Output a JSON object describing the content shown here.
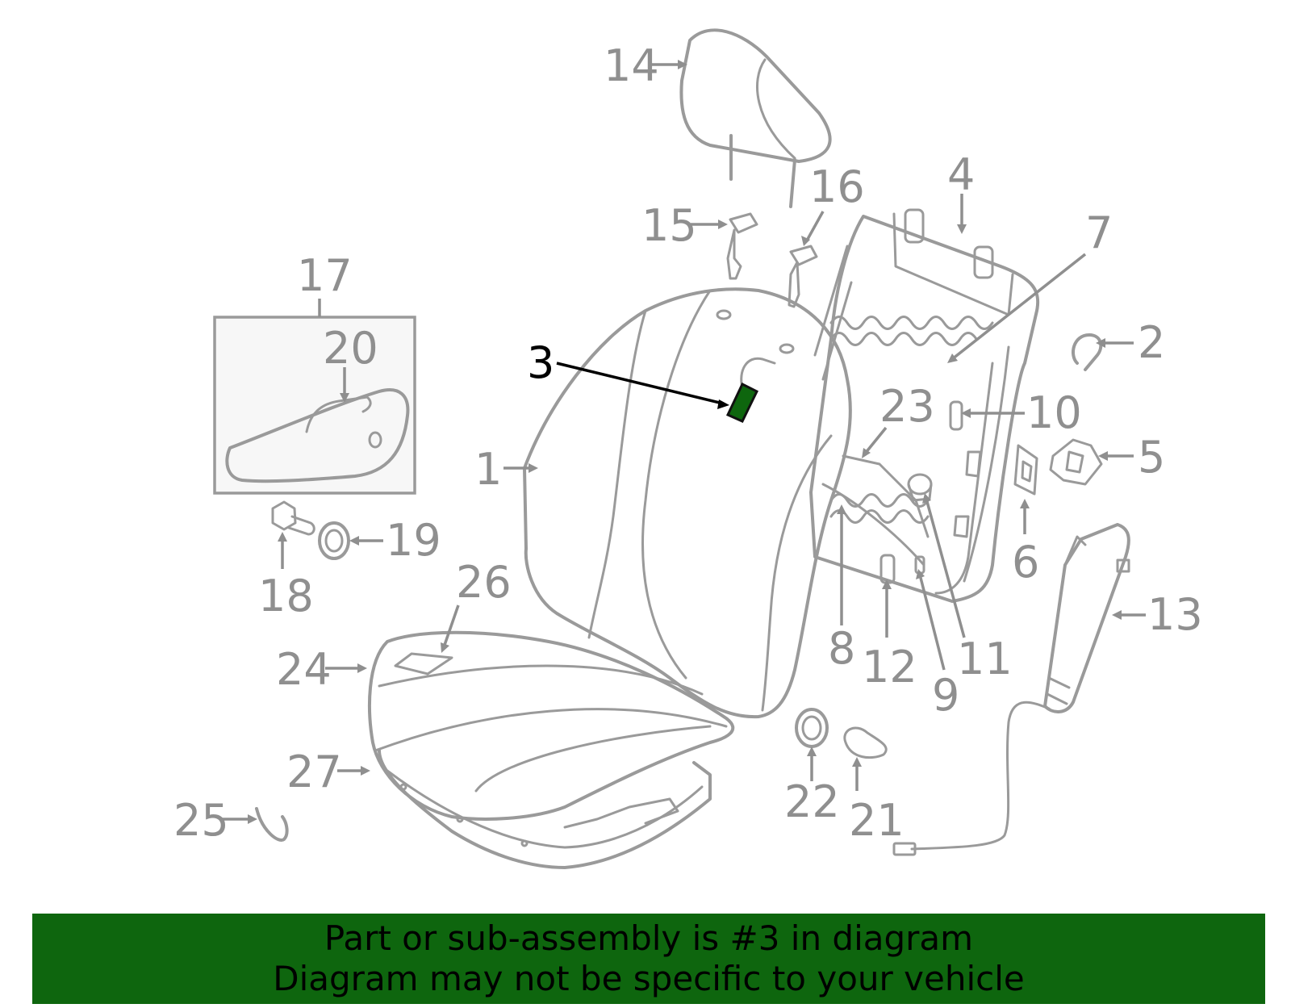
{
  "diagram": {
    "callouts": [
      {
        "id": "1",
        "text": "1"
      },
      {
        "id": "2",
        "text": "2"
      },
      {
        "id": "3",
        "text": "3"
      },
      {
        "id": "4",
        "text": "4"
      },
      {
        "id": "5",
        "text": "5"
      },
      {
        "id": "6",
        "text": "6"
      },
      {
        "id": "7",
        "text": "7"
      },
      {
        "id": "8",
        "text": "8"
      },
      {
        "id": "9",
        "text": "9"
      },
      {
        "id": "10",
        "text": "10"
      },
      {
        "id": "11",
        "text": "11"
      },
      {
        "id": "12",
        "text": "12"
      },
      {
        "id": "13",
        "text": "13"
      },
      {
        "id": "14",
        "text": "14"
      },
      {
        "id": "15",
        "text": "15"
      },
      {
        "id": "16",
        "text": "16"
      },
      {
        "id": "17",
        "text": "17"
      },
      {
        "id": "18",
        "text": "18"
      },
      {
        "id": "19",
        "text": "19"
      },
      {
        "id": "20",
        "text": "20"
      },
      {
        "id": "21",
        "text": "21"
      },
      {
        "id": "22",
        "text": "22"
      },
      {
        "id": "23",
        "text": "23"
      },
      {
        "id": "24",
        "text": "24"
      },
      {
        "id": "25",
        "text": "25"
      },
      {
        "id": "26",
        "text": "26"
      },
      {
        "id": "27",
        "text": "27"
      }
    ],
    "highlighted_part": "3",
    "colors": {
      "line": "#9a9a9a",
      "highlight": "#0e660e",
      "banner": "#0e660e",
      "text": "#000000"
    }
  },
  "banner": {
    "line1": "Part or sub-assembly is #3 in diagram",
    "line2": "Diagram may not be specific to your vehicle"
  }
}
